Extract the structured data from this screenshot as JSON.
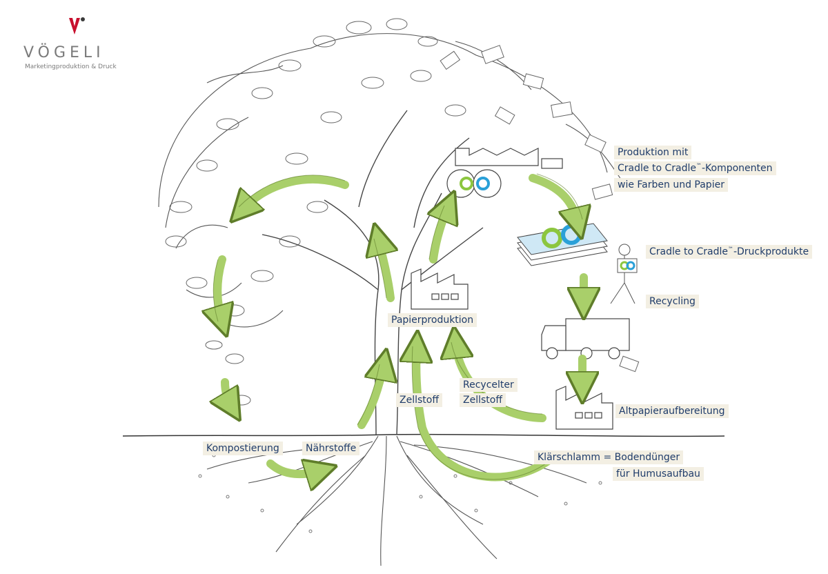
{
  "logo": {
    "name": "VÖGELI",
    "subtitle": "Marketingproduktion & Druck",
    "brand_red": "#c8102e"
  },
  "colors": {
    "arrow_fill": "#a9cf6a",
    "arrow_stroke": "#5f7d2a",
    "label_bg": "#f3efe3",
    "label_text": "#1f3c6a",
    "c2c_blue": "#2aa0d8",
    "c2c_green": "#8cc63f"
  },
  "labels": {
    "produktion_1": "Produktion mit",
    "produktion_2a": "Cradle to Cradle",
    "produktion_2b": "-Komponenten",
    "produktion_3": "wie Farben und Papier",
    "druckprodukte_a": "Cradle to Cradle",
    "druckprodukte_b": "-Druckprodukte",
    "tm": "™",
    "recycling": "Recycling",
    "papierproduktion": "Papierproduktion",
    "recycelter_1": "Recycelter",
    "recycelter_2": "Zellstoff",
    "zellstoff": "Zellstoff",
    "altpapier": "Altpapieraufbereitung",
    "kompostierung": "Kompostierung",
    "naehrstoffe": "Nährstoffe",
    "klaerschlamm_1": "Klärschlamm = Bodendünger",
    "klaerschlamm_2": "für Humusaufbau"
  }
}
